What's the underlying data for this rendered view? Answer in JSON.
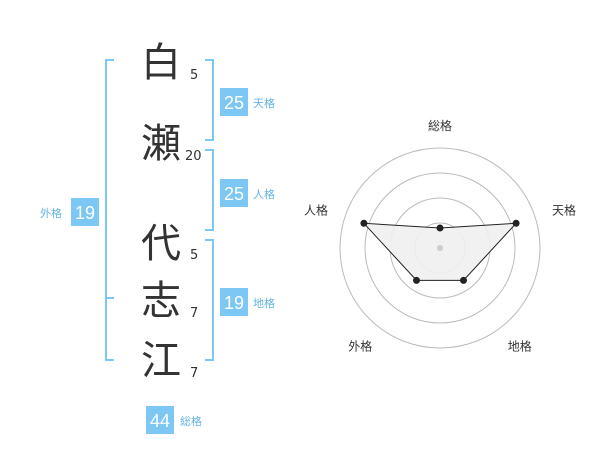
{
  "colors": {
    "accent": "#7cc7f3",
    "accent_text": "#64b4e6",
    "ring": "#bbbbbb",
    "poly_fill": "#efefef",
    "poly_stroke": "#222222",
    "text": "#333333"
  },
  "name": {
    "characters": [
      {
        "char": "白",
        "strokes": "5"
      },
      {
        "char": "瀬",
        "strokes": "20"
      },
      {
        "char": "代",
        "strokes": "5"
      },
      {
        "char": "志",
        "strokes": "7"
      },
      {
        "char": "江",
        "strokes": "7"
      }
    ]
  },
  "fortune": {
    "tenkaku": {
      "value": "25",
      "label": "天格"
    },
    "jinkaku": {
      "value": "25",
      "label": "人格"
    },
    "chikaku": {
      "value": "19",
      "label": "地格"
    },
    "gaikaku": {
      "value": "19",
      "label": "外格"
    },
    "soukaku": {
      "value": "44",
      "label": "総格"
    }
  },
  "chart_data": {
    "type": "radar",
    "axes": [
      "総格",
      "天格",
      "地格",
      "外格",
      "人格"
    ],
    "values": [
      1,
      4,
      2,
      2,
      4
    ],
    "max": 5,
    "rings": 4
  }
}
